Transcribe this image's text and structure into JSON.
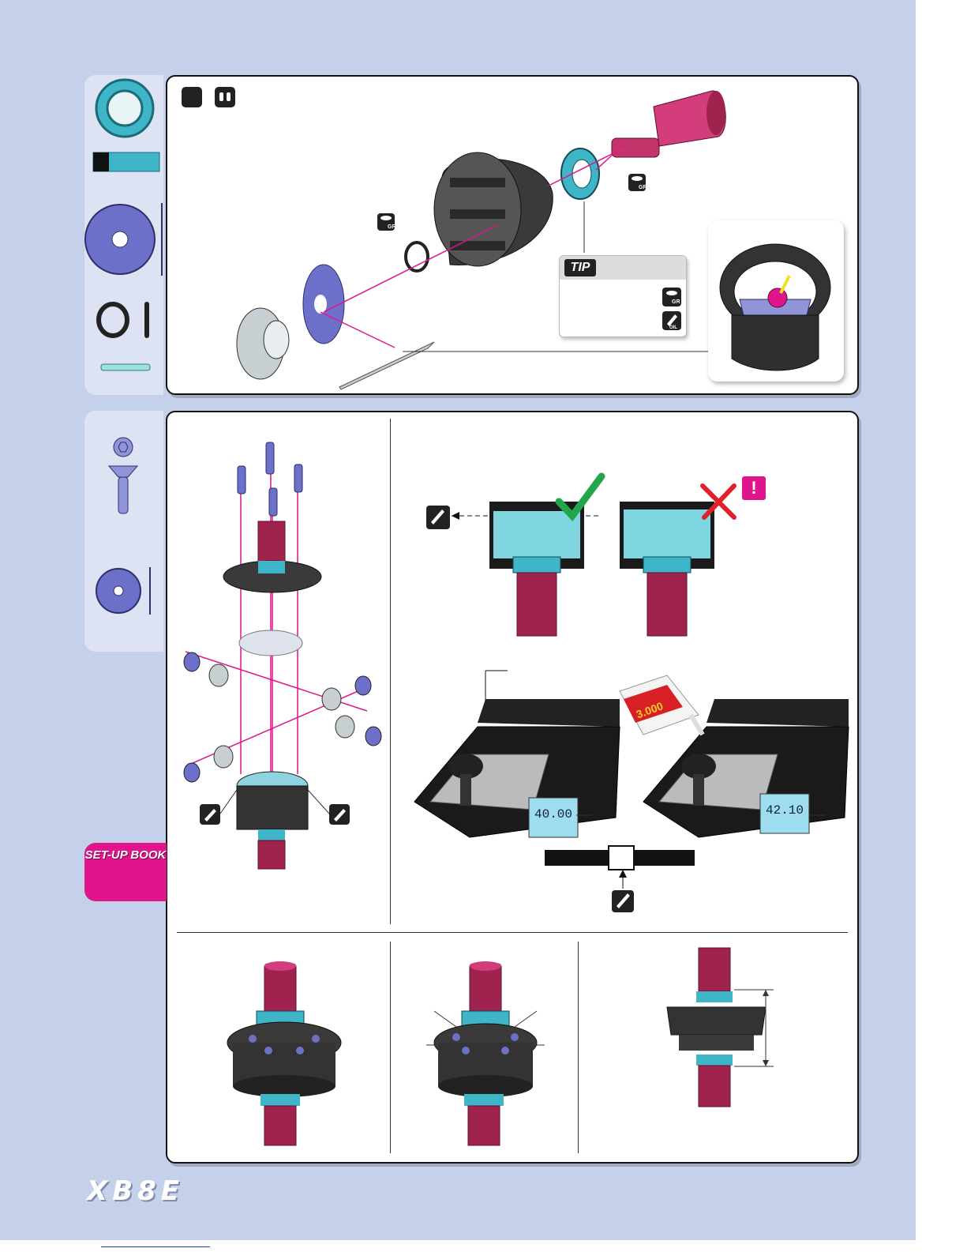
{
  "page": {
    "brand_logo_text": "XB8E",
    "setup_book_label": "SET-UP BOOK",
    "tip_label": "TIP",
    "grease_icon_label": "GR",
    "oil_icon_label": "OIL",
    "scale_reading_before": "40.00",
    "scale_reading_after": "42.10",
    "oil_bottle_label": "3.000",
    "colors": {
      "background": "#c5d0ea",
      "accent_pink": "#e0148b",
      "part_cyan": "#3fb6c8",
      "part_blue": "#6c70c8",
      "outdrive_purple": "#8a1f5c",
      "check_green": "#22a64b",
      "cross_red": "#e0202a"
    },
    "icons": [
      "grease-icon",
      "oil-icon",
      "check-icon",
      "cross-icon",
      "exclamation-icon",
      "bearing-icon",
      "washer-icon",
      "o-ring-icon",
      "pin-icon",
      "screw-icon"
    ]
  }
}
